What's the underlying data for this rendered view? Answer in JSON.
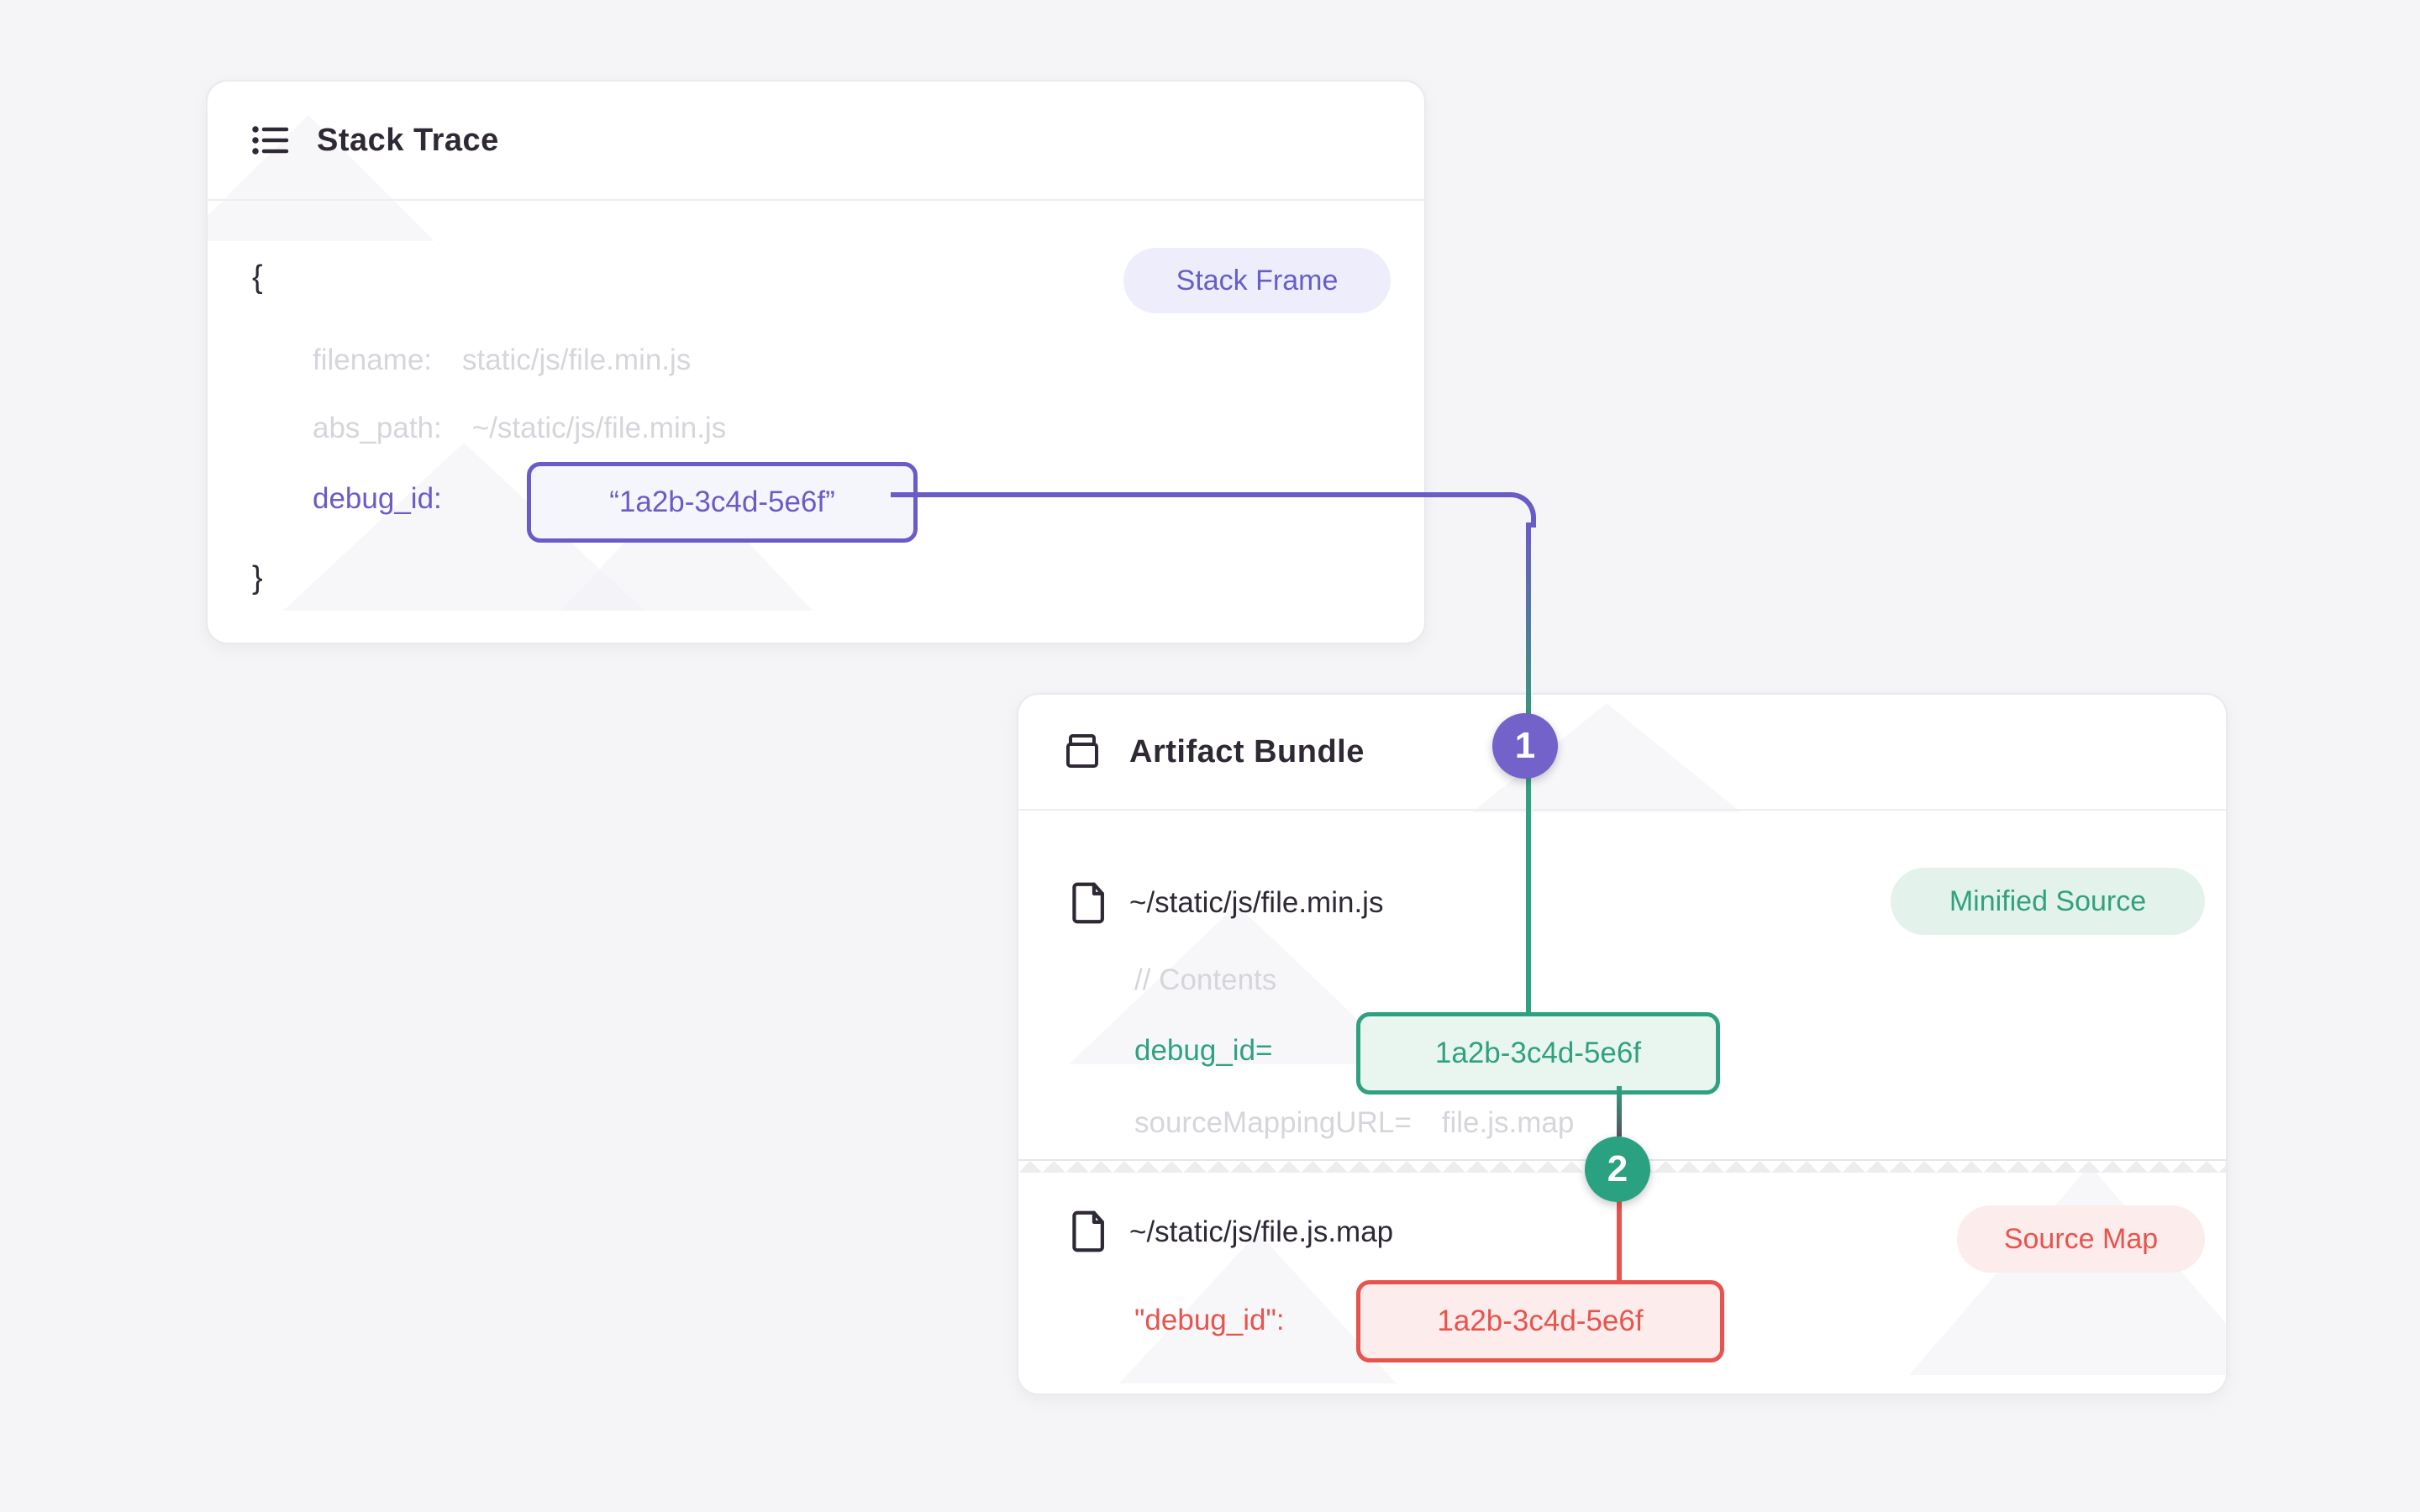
{
  "colors": {
    "page_background": "#f5f5f7",
    "card_background": "#ffffff",
    "accent_purple": "#6a5cc6",
    "accent_teal": "#2fa181",
    "accent_red": "#e7544d",
    "step1_circle": "#7262ca",
    "step2_circle": "#2aa181",
    "muted_text": "#d6d5dc",
    "dark_text": "#2f2936"
  },
  "stack_trace": {
    "title": "Stack Trace",
    "badge": "Stack Frame",
    "open_brace": "{",
    "close_brace": "}",
    "fields": [
      {
        "key": "filename:",
        "value": "static/js/file.min.js"
      },
      {
        "key": "abs_path:",
        "value": "~/static/js/file.min.js"
      },
      {
        "key": "debug_id:",
        "value": "“1a2b-3c4d-5e6f”"
      }
    ]
  },
  "artifact_bundle": {
    "title": "Artifact Bundle",
    "minified": {
      "file": "~/static/js/file.min.js",
      "badge": "Minified Source",
      "comment": "// Contents",
      "debug_key": "debug_id=",
      "debug_value": "1a2b-3c4d-5e6f",
      "mapping_key": "sourceMappingURL=",
      "mapping_value": "file.js.map"
    },
    "sourcemap": {
      "file": "~/static/js/file.js.map",
      "badge": "Source Map",
      "debug_key": "\"debug_id\":",
      "debug_value": "1a2b-3c4d-5e6f"
    }
  },
  "steps": {
    "one": "1",
    "two": "2"
  }
}
